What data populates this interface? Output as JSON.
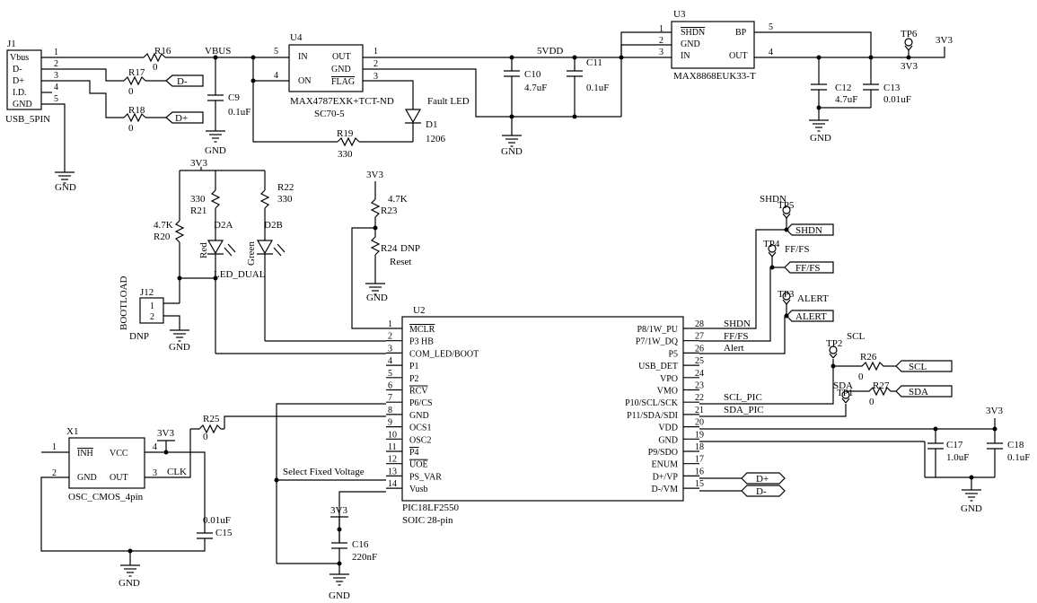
{
  "connectors": {
    "j1": {
      "ref": "J1",
      "name": "USB_5PIN",
      "pins": [
        "Vbus",
        "D-",
        "D+",
        "I.D.",
        "GND"
      ],
      "nums": [
        "1",
        "2",
        "3",
        "4",
        "5"
      ]
    },
    "j12": {
      "ref": "J12",
      "name": "BOOTLOAD",
      "note": "DNP",
      "nums": [
        "1",
        "2"
      ]
    }
  },
  "chips": {
    "u4": {
      "ref": "U4",
      "part": "MAX4787EXK+TCT-ND",
      "pkg": "SC70-5",
      "pins": {
        "in": "IN",
        "on": "ON",
        "out": "OUT",
        "gnd": "GND",
        "flag": "FLAG"
      },
      "nums": {
        "in": "5",
        "on": "4",
        "out": "1",
        "gnd": "2",
        "flag": "3"
      }
    },
    "u3": {
      "ref": "U3",
      "part": "MAX8868EUK33-T",
      "pins": {
        "shdn": "SHDN",
        "gnd": "GND",
        "in": "IN",
        "bp": "BP",
        "out": "OUT"
      },
      "nums": {
        "shdn": "1",
        "gnd": "2",
        "in": "3",
        "bp": "5",
        "out": "4"
      }
    },
    "x1": {
      "ref": "X1",
      "part": "OSC_CMOS_4pin",
      "pins": {
        "inh": "INH",
        "gnd": "GND",
        "vcc": "VCC",
        "out": "OUT"
      },
      "nums": {
        "inh": "1",
        "gnd": "2",
        "vcc": "4",
        "out": "3"
      },
      "clk": "CLK"
    },
    "u2": {
      "ref": "U2",
      "part": "PIC18LF2550",
      "pkg": "SOIC 28-pin",
      "left": [
        {
          "n": "1",
          "name": "MCLR"
        },
        {
          "n": "2",
          "name": "P3 HB"
        },
        {
          "n": "3",
          "name": "COM_LED/BOOT"
        },
        {
          "n": "4",
          "name": "P1"
        },
        {
          "n": "5",
          "name": "P2"
        },
        {
          "n": "6",
          "name": "RCV"
        },
        {
          "n": "7",
          "name": "P6/CS"
        },
        {
          "n": "8",
          "name": "GND"
        },
        {
          "n": "9",
          "name": "OCS1"
        },
        {
          "n": "10",
          "name": "OSC2"
        },
        {
          "n": "11",
          "name": "P4"
        },
        {
          "n": "12",
          "name": "UOE"
        },
        {
          "n": "13",
          "name": "PS_VAR"
        },
        {
          "n": "14",
          "name": "Vusb"
        }
      ],
      "right": [
        {
          "n": "28",
          "name": "P8/1W_PU"
        },
        {
          "n": "27",
          "name": "P7/1W_DQ"
        },
        {
          "n": "26",
          "name": "P5"
        },
        {
          "n": "25",
          "name": "USB_DET"
        },
        {
          "n": "24",
          "name": "VPO"
        },
        {
          "n": "23",
          "name": "VMO"
        },
        {
          "n": "22",
          "name": "P10/SCL/SCK"
        },
        {
          "n": "21",
          "name": "P11/SDA/SDI"
        },
        {
          "n": "20",
          "name": "VDD"
        },
        {
          "n": "19",
          "name": "GND"
        },
        {
          "n": "18",
          "name": "P9/SDO"
        },
        {
          "n": "17",
          "name": "ENUM"
        },
        {
          "n": "16",
          "name": "D+/VP"
        },
        {
          "n": "15",
          "name": "D-/VM"
        }
      ]
    }
  },
  "resistors": {
    "r16": {
      "ref": "R16",
      "val": "0"
    },
    "r17": {
      "ref": "R17",
      "val": "0"
    },
    "r18": {
      "ref": "R18",
      "val": "0"
    },
    "r19": {
      "ref": "R19",
      "val": "330"
    },
    "r20": {
      "ref": "R20",
      "val": "4.7K"
    },
    "r21": {
      "ref": "R21",
      "val": "330"
    },
    "r22": {
      "ref": "R22",
      "val": "330"
    },
    "r23": {
      "ref": "R23",
      "val": "4.7K"
    },
    "r24": {
      "ref": "R24",
      "val": "DNP"
    },
    "r25": {
      "ref": "R25",
      "val": "0"
    },
    "r26": {
      "ref": "R26",
      "val": "0"
    },
    "r27": {
      "ref": "R27",
      "val": "0"
    }
  },
  "capacitors": {
    "c9": {
      "ref": "C9",
      "val": "0.1uF"
    },
    "c10": {
      "ref": "C10",
      "val": "4.7uF"
    },
    "c11": {
      "ref": "C11",
      "val": "0.1uF"
    },
    "c12": {
      "ref": "C12",
      "val": "4.7uF"
    },
    "c13": {
      "ref": "C13",
      "val": "0.01uF"
    },
    "c15": {
      "ref": "C15",
      "val": "0.01uF"
    },
    "c16": {
      "ref": "C16",
      "val": "220nF"
    },
    "c17": {
      "ref": "C17",
      "val": "1.0uF"
    },
    "c18": {
      "ref": "C18",
      "val": "0.1uF"
    }
  },
  "diodes": {
    "d1": {
      "ref": "D1",
      "val": "1206",
      "note": "Fault LED"
    },
    "d2": {
      "refA": "D2A",
      "refB": "D2B",
      "red": "Red",
      "green": "Green",
      "part": "LED_DUAL"
    }
  },
  "nets": {
    "vbus": "VBUS",
    "v5": "5VDD",
    "v33": "3V3",
    "gnd": "GND",
    "reset": "Reset",
    "shdn": "SHDN",
    "ffs": "FF/FS",
    "alert": "ALERT",
    "alert_lc": "Alert",
    "scl": "SCL",
    "sda": "SDA",
    "scl_pic": "SCL_PIC",
    "sda_pic": "SDA_PIC",
    "dp": "D+",
    "dm": "D-",
    "select": "Select Fixed Voltage"
  },
  "testpoints": {
    "tp1": "TP1",
    "tp2": "TP2",
    "tp3": "TP3",
    "tp4": "TP4",
    "tp5": "TP5",
    "tp6": "TP6"
  }
}
